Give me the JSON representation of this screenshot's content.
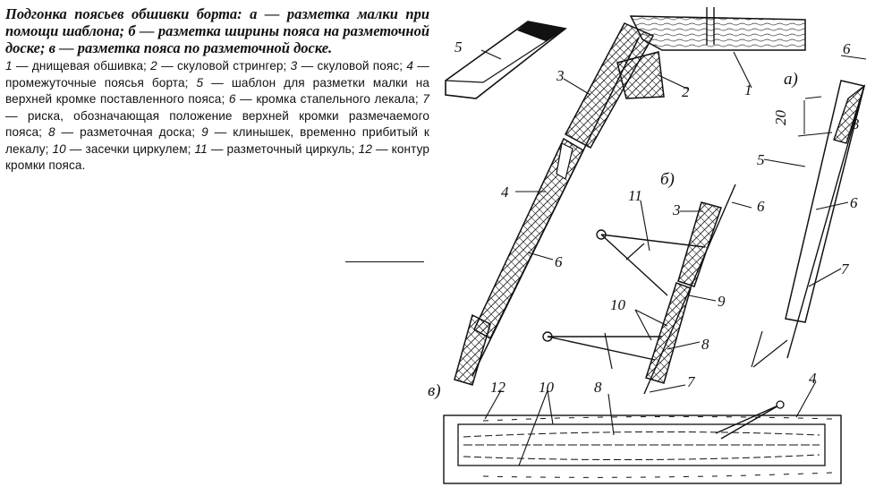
{
  "caption": {
    "title": "Подгонка поясьев обшивки борта: а — разметка малки при помощи шаблона; б — разметка ширины пояса на разметочной доске; в — разметка пояса по разметочной доске.",
    "legend": [
      {
        "n": "1",
        "t": "днищевая обшивка;"
      },
      {
        "n": "2",
        "t": "скуловой стрингер;"
      },
      {
        "n": "3",
        "t": "скуловой пояс;"
      },
      {
        "n": "4",
        "t": "промежуточные поясья борта;"
      },
      {
        "n": "5",
        "t": "шаблон для разметки малки на верхней кромке поставленного пояса;"
      },
      {
        "n": "6",
        "t": "кромка стапельного лекала;"
      },
      {
        "n": "7",
        "t": "риска, обозначающая положение верхней кромки размечаемого пояса;"
      },
      {
        "n": "8",
        "t": "разметочная доска;"
      },
      {
        "n": "9",
        "t": "клинышек, временно прибитый к лекалу;"
      },
      {
        "n": "10",
        "t": "засечки циркулем;"
      },
      {
        "n": "11",
        "t": "разметочный циркуль;"
      },
      {
        "n": "12",
        "t": "контур кромки пояса."
      }
    ]
  },
  "labels": {
    "view_a": "а)",
    "view_b": "б)",
    "view_v": "в)",
    "dim_6": "6",
    "dim_20": "20",
    "n1": "1",
    "n2": "2",
    "n3": "3",
    "n4": "4",
    "n5": "5",
    "n6": "6",
    "n7": "7",
    "n8": "8",
    "n9": "9",
    "n10": "10",
    "n11": "11",
    "n12": "12"
  }
}
